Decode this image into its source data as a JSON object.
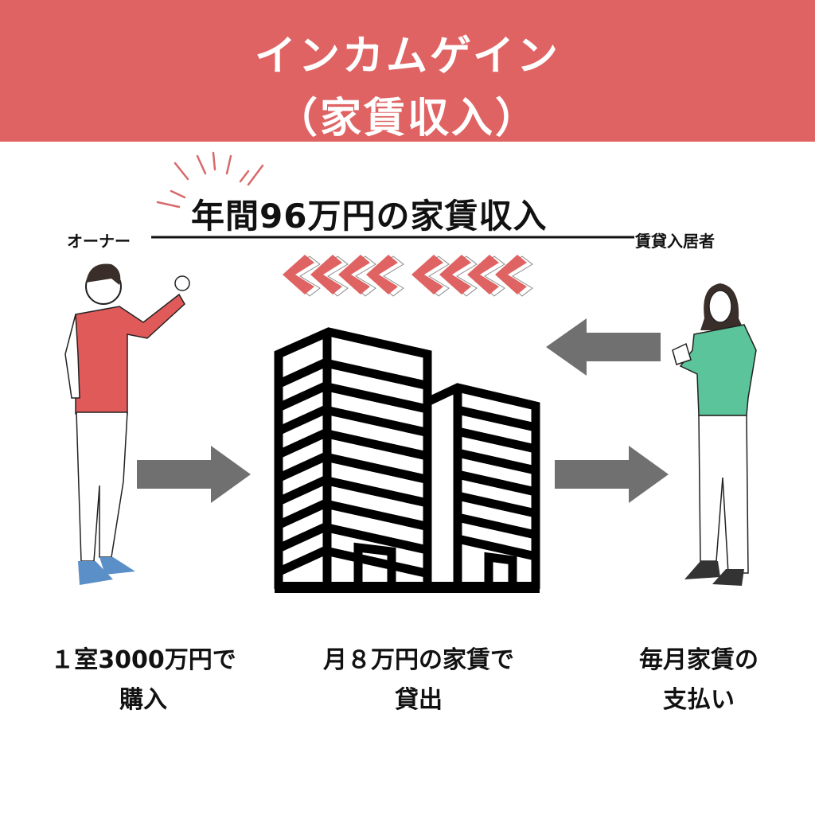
{
  "header": {
    "title_line1": "インカムゲイン",
    "title_line2": "（家賃収入）"
  },
  "headline": "年間96万円の家賃収入",
  "labels": {
    "owner": "オーナー",
    "tenant": "賃貸入居者"
  },
  "captions": [
    {
      "line1": "１室3000万円で",
      "line2": "購入"
    },
    {
      "line1": "月８万円の家賃で",
      "line2": "貸出"
    },
    {
      "line1": "毎月家賃の",
      "line2": "支払い"
    }
  ],
  "colors": {
    "accent": "#e06363",
    "arrow": "#707070",
    "owner_shirt": "#e05a5a",
    "tenant_sweater": "#5cc49a"
  }
}
